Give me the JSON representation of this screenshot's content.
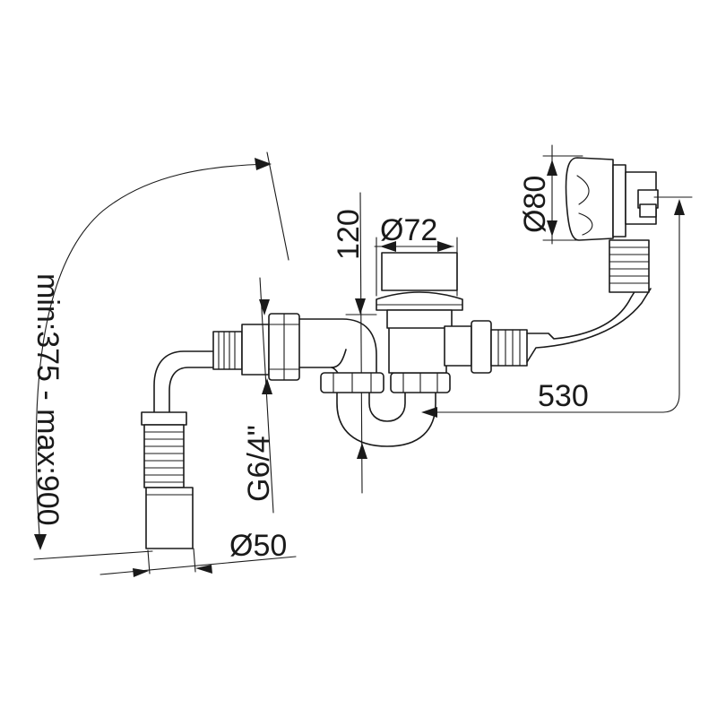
{
  "diagram": {
    "labels": {
      "flex_range": "min:375 - max:900",
      "height": "120",
      "trap_diameter": "Ø72",
      "overflow_diameter": "Ø80",
      "length": "530",
      "thread": "G6/4\"",
      "outlet_diameter": "Ø50"
    },
    "colors": {
      "line": "#1a1a1a",
      "background": "#ffffff"
    }
  }
}
